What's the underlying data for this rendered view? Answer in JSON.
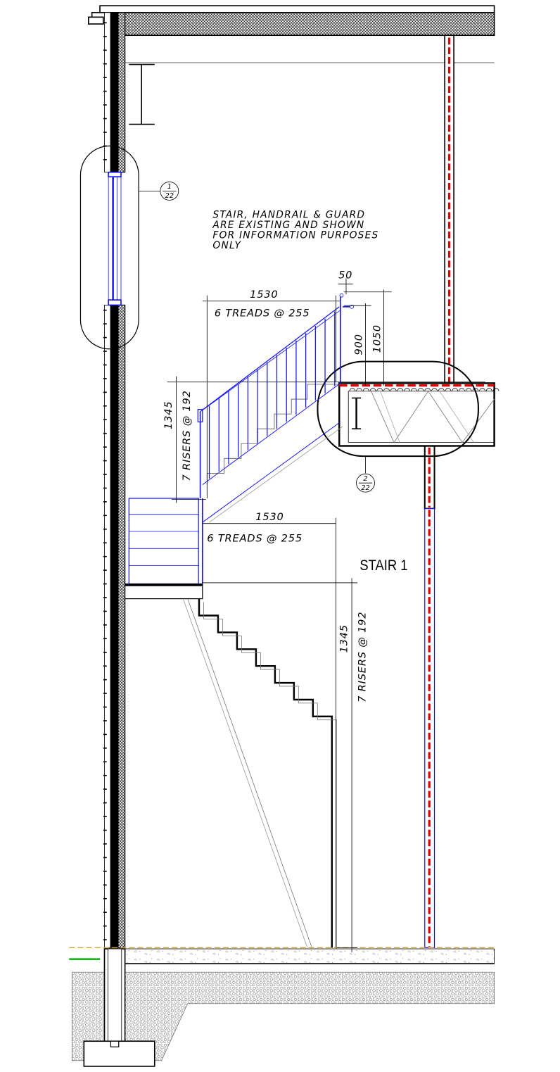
{
  "note": {
    "lines": [
      "STAIR, HANDRAIL & GUARD",
      "ARE EXISTING AND SHOWN",
      "FOR INFORMATION PURPOSES",
      "ONLY"
    ]
  },
  "callouts": {
    "detail_1": {
      "top": "1",
      "bottom": "22"
    },
    "detail_2": {
      "top": "2",
      "bottom": "22"
    }
  },
  "dimensions": {
    "upper_run_length": "1530",
    "upper_treads": "6 TREADS @ 255",
    "rail_offset": "50",
    "guard_height": "1050",
    "handrail_height": "900",
    "upper_rise": "1345",
    "upper_risers": "7 RISERS @ 192",
    "lower_run_length": "1530",
    "lower_treads": "6 TREADS @ 255",
    "lower_rise": "1345",
    "lower_risers": "7 RISERS @ 192"
  },
  "stair_label": "STAIR 1",
  "colors": {
    "blue": "#1010ff",
    "red": "#e00000",
    "green": "#00b000",
    "gold": "#d4a020"
  }
}
